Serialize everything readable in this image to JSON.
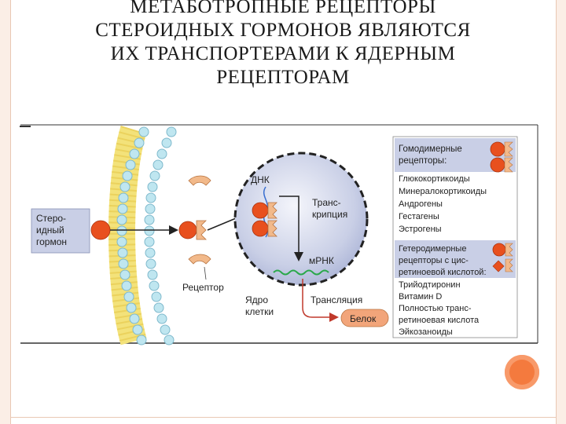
{
  "title_lines": [
    "МЕТАБОТРОПНЫЕ РЕЦЕПТОРЫ",
    "СТЕРОИДНЫХ ГОРМОНОВ ЯВЛЯЮТСЯ",
    "ИХ ТРАНСПОРТЕРАМИ К ЯДЕРНЫМ",
    "РЕЦЕПТОРАМ"
  ],
  "hormone_label": [
    "Стеро-",
    "идный",
    "гормон"
  ],
  "receptor_label": "Рецептор",
  "nucleus_label": [
    "Ядро",
    "клетки"
  ],
  "dna_label": "ДНК",
  "transcription_label": [
    "Транс-",
    "крипция"
  ],
  "mrna_label": "мРНК",
  "translation_label": "Трансляция",
  "protein_label": "Белок",
  "legend": {
    "homodimer_title": [
      "Гомодимерные",
      "рецепторы:"
    ],
    "homodimer_items": [
      "Глюкокортикоиды",
      "Минералокортикоиды",
      "Андрогены",
      "Гестагены",
      "Эстрогены"
    ],
    "heterodimer_title": [
      "Гетеродимерные",
      "рецепторы с цис-",
      "ретиноевой кислотой:"
    ],
    "heterodimer_items": [
      "Трийодтиронин",
      "Витамин D",
      "Полностью транс-",
      "ретиноевая кислота",
      "Эйкозаноиды"
    ]
  },
  "colors": {
    "hormone": "#e8501e",
    "receptor": "#f2b98a",
    "membrane_head": "#bfe6f0",
    "membrane_tail": "#f3e27a",
    "nucleus": "#c9cfe6",
    "mrna": "#2aa84a",
    "protein": "#f2a57a",
    "arrow": "#c0392b",
    "accent": "#f47a3e"
  }
}
